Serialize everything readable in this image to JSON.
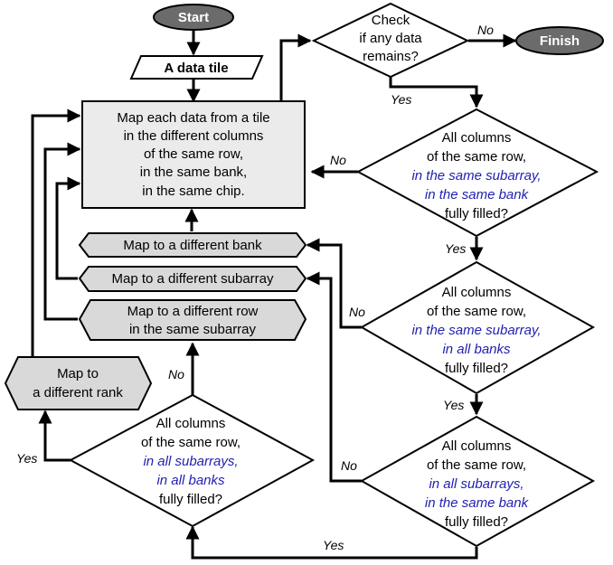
{
  "nodes": {
    "start": "Start",
    "finish": "Finish",
    "data_tile": "A data tile",
    "check": [
      "Check",
      "if any data",
      "remains?"
    ],
    "map_each": [
      "Map each data from a tile",
      "in the different columns",
      "of the same row,",
      "in the same bank,",
      "in the same chip."
    ],
    "diff_bank": "Map to a different bank",
    "diff_subarray": "Map to a different subarray",
    "diff_row": [
      "Map to a different row",
      "in the same subarray"
    ],
    "diff_rank": [
      "Map to",
      "a different rank"
    ],
    "d1": {
      "l1": "All columns",
      "l2": "of the same row,",
      "l3": "in the same subarray,",
      "l4": "in the same bank",
      "l5": "fully filled?"
    },
    "d2": {
      "l1": "All columns",
      "l2": "of the same row,",
      "l3": "in the same subarray,",
      "l4": "in all banks",
      "l5": "fully filled?"
    },
    "d3": {
      "l1": "All columns",
      "l2": "of the same row,",
      "l3": "in all subarrays,",
      "l4": "in the same bank",
      "l5": "fully filled?"
    },
    "d4": {
      "l1": "All columns",
      "l2": "of the same row,",
      "l3": "in all subarrays,",
      "l4": "in all banks",
      "l5": "fully filled?"
    }
  },
  "edge_labels": {
    "yes": "Yes",
    "no": "No"
  },
  "colors": {
    "terminal": "#6b6b6b",
    "process": "#ebebeb",
    "hexagon": "#d9d9d9",
    "highlight_text": "#1f1fb0"
  }
}
